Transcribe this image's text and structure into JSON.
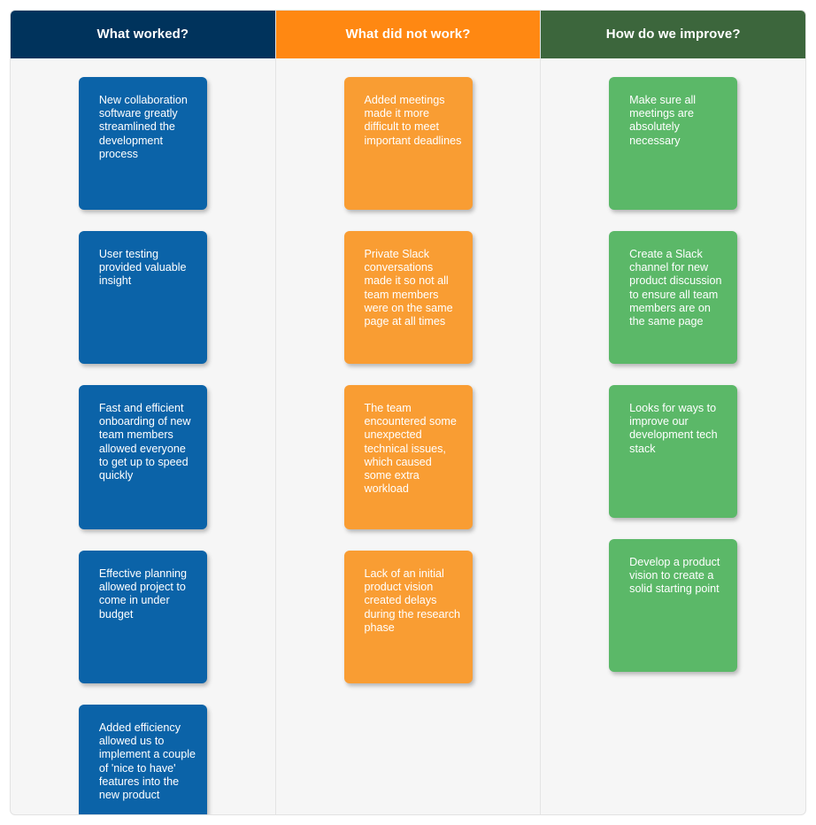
{
  "board": {
    "background": "#f6f6f6",
    "border_color": "#e2e2e2",
    "divider_color": "#e4e4e4"
  },
  "columns": [
    {
      "id": "what-worked",
      "title": "What worked?",
      "header_color": "#00335c",
      "card_color": "#0b63a8",
      "cards": [
        {
          "text": "New collaboration software greatly streamlined the development process"
        },
        {
          "text": "User testing provided valuable insight"
        },
        {
          "text": "Fast and efficient onboarding of new team members allowed everyone to get up to speed quickly"
        },
        {
          "text": "Effective planning allowed project to come in under budget"
        },
        {
          "text": "Added efficiency allowed us to implement a couple of 'nice to have' features into the new product"
        }
      ]
    },
    {
      "id": "what-did-not-work",
      "title": "What did not work?",
      "header_color": "#ff8812",
      "card_color": "#f99d33",
      "cards": [
        {
          "text": "Added meetings made it more difficult to meet important deadlines"
        },
        {
          "text": "Private Slack conversations made it so not all team members were on the same page at all times"
        },
        {
          "text": "The team encountered some unexpected technical issues, which caused some extra workload"
        },
        {
          "text": "Lack of an initial product vision created delays during the research phase"
        }
      ]
    },
    {
      "id": "how-do-we-improve",
      "title": "How do we improve?",
      "header_color": "#3c663c",
      "card_color": "#5bb868",
      "cards": [
        {
          "text": "Make sure all meetings are absolutely necessary"
        },
        {
          "text": "Create a Slack channel for new product discussion to ensure all team members are on the same page"
        },
        {
          "text": "Looks for ways to improve our development tech stack"
        },
        {
          "text": "Develop a product vision to create a solid starting point"
        }
      ]
    }
  ]
}
